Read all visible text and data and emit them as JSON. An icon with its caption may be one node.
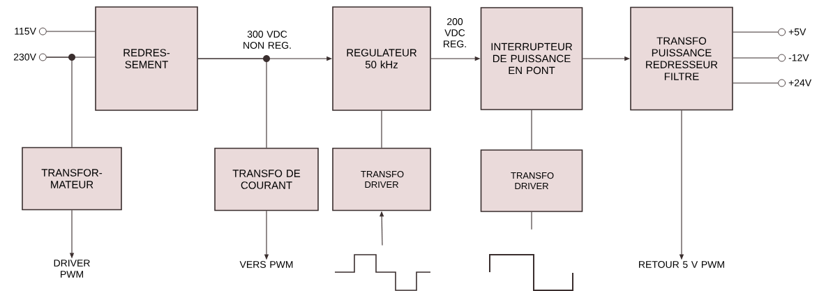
{
  "diagram": {
    "nodes": [
      {
        "text": [
          "115V"
        ]
      },
      {
        "text": [
          "230V"
        ]
      },
      {
        "text": [
          "REDRES- SEMENT"
        ]
      },
      {
        "text": [
          "REGULATEUR 50 kHz"
        ]
      },
      {
        "text": [
          "INTERRUPTEUR DE PUISSANCE EN PONT"
        ]
      },
      {
        "text": [
          "TRANSFO PUISSANCE REDRESSEUR FILTRE"
        ]
      },
      {
        "text": [
          "+5V"
        ]
      },
      {
        "text": [
          "-12V"
        ]
      },
      {
        "text": [
          "+24V"
        ]
      },
      {
        "text": [
          "TRANSFOR- MATEUR"
        ]
      },
      {
        "text": [
          "TRANSFO DE COURANT"
        ]
      },
      {
        "text": [
          "TRANSFO DRIVER"
        ]
      },
      {
        "text": [
          "TRANSFO DRIVER"
        ]
      },
      {
        "text": [
          "DRIVER PWM"
        ]
      },
      {
        "text": [
          "VERS PWM"
        ]
      },
      {
        "text": [
          "RETOUR 5 V PWM"
        ]
      },
      {
        "text": [],
        "shape": "picture"
      }
    ],
    "edges": [
      {
        "from": 0,
        "to": 2,
        "arrow": "none"
      },
      {
        "from": 1,
        "to": 2,
        "arrow": "none"
      },
      {
        "from": 1,
        "to": 9,
        "arrow": "none"
      },
      {
        "from": 2,
        "to": 3,
        "arrow": "to",
        "label": "300 VDC NON REG."
      },
      {
        "from": 2,
        "to": 10,
        "arrow": "none"
      },
      {
        "from": 3,
        "to": 4,
        "arrow": "to",
        "label": "200 VDC REG."
      },
      {
        "from": 4,
        "to": 5,
        "arrow": "to"
      },
      {
        "from": 5,
        "to": 6,
        "arrow": "none"
      },
      {
        "from": 5,
        "to": 7,
        "arrow": "none"
      },
      {
        "from": 5,
        "to": 8,
        "arrow": "none"
      },
      {
        "from": 3,
        "to": 11,
        "arrow": "none"
      },
      {
        "from": 4,
        "to": 12,
        "arrow": "none"
      },
      {
        "from": 9,
        "to": 13,
        "arrow": "to"
      },
      {
        "from": 10,
        "to": 14,
        "arrow": "to"
      },
      {
        "from": 5,
        "to": 15,
        "arrow": "to"
      },
      {
        "from": 16,
        "to": 11,
        "arrow": "to"
      },
      {
        "from": 12,
        "to": null,
        "arrow": "none"
      }
    ]
  }
}
